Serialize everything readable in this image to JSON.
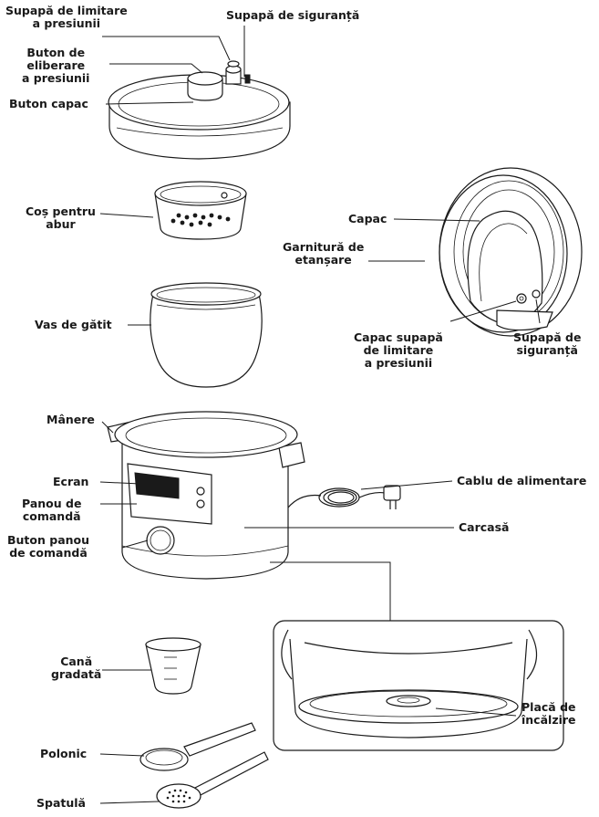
{
  "labels": {
    "pressure_limit_valve": [
      "Supapă de limitare",
      "a presiunii"
    ],
    "safety_valve_top": [
      "Supapă de siguranță"
    ],
    "pressure_release_button": [
      "Buton de",
      "eliberare",
      "a presiunii"
    ],
    "lid_button": [
      "Buton capac"
    ],
    "steam_basket": [
      "Coș pentru",
      "abur"
    ],
    "lid": [
      "Capac"
    ],
    "sealing_ring": [
      "Garnitură de",
      "etanșare"
    ],
    "cooking_bowl": [
      "Vas de gătit"
    ],
    "pressure_valve_cover": [
      "Capac supapă",
      "de limitare",
      "a presiunii"
    ],
    "safety_valve_side": [
      "Supapă de",
      "siguranță"
    ],
    "handles": [
      "Mânere"
    ],
    "power_cord": [
      "Cablu de alimentare"
    ],
    "display": [
      "Ecran"
    ],
    "control_panel": [
      "Panou de",
      "comandă"
    ],
    "control_panel_knob": [
      "Buton panou",
      "de comandă"
    ],
    "housing": [
      "Carcasă"
    ],
    "measuring_cup": [
      "Cană",
      "gradată"
    ],
    "heating_plate": [
      "Placă de",
      "încălzire"
    ],
    "ladle": [
      "Polonic"
    ],
    "spatula": [
      "Spatulă"
    ]
  }
}
